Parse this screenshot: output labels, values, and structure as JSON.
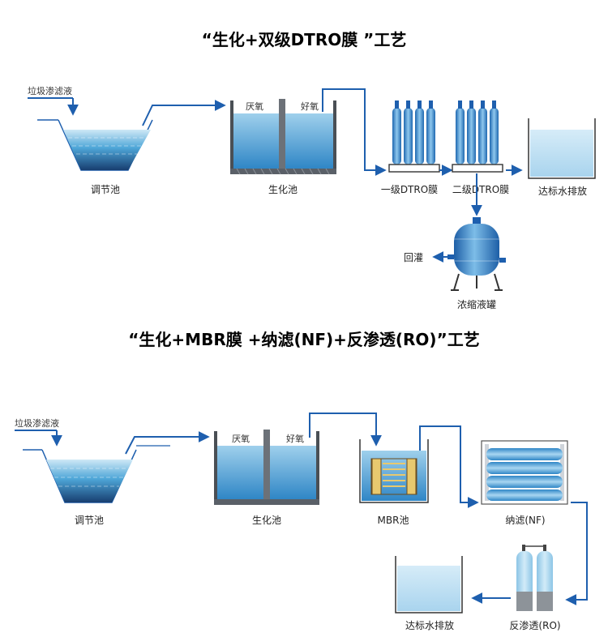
{
  "diagram1": {
    "title": "“生化+双级DTRO膜 ”工艺",
    "inlet": "垃圾渗滤液",
    "tank1": "调节池",
    "anoxic": "厌氧",
    "aerobic": "好氧",
    "tank2": "生化池",
    "dtro1": "一级DTRO膜",
    "dtro2": "二级DTRO膜",
    "discharge": "达标水排放",
    "recirc": "回灌",
    "conc_tank": "浓缩液罐"
  },
  "diagram2": {
    "title": "“生化+MBR膜 +纳滤(NF)+反渗透(RO)”工艺",
    "inlet": "垃圾渗滤液",
    "tank1": "调节池",
    "anoxic": "厌氧",
    "aerobic": "好氧",
    "tank2": "生化池",
    "mbr": "MBR池",
    "nf": "纳滤(NF)",
    "ro": "反渗透(RO)",
    "discharge": "达标水排放"
  },
  "colors": {
    "flow": "#1e5fae",
    "water_light": "#bfe0f2",
    "water": "#4ea6d8",
    "water_dark": "#1b4f8a",
    "wall": "#4a4f55"
  }
}
